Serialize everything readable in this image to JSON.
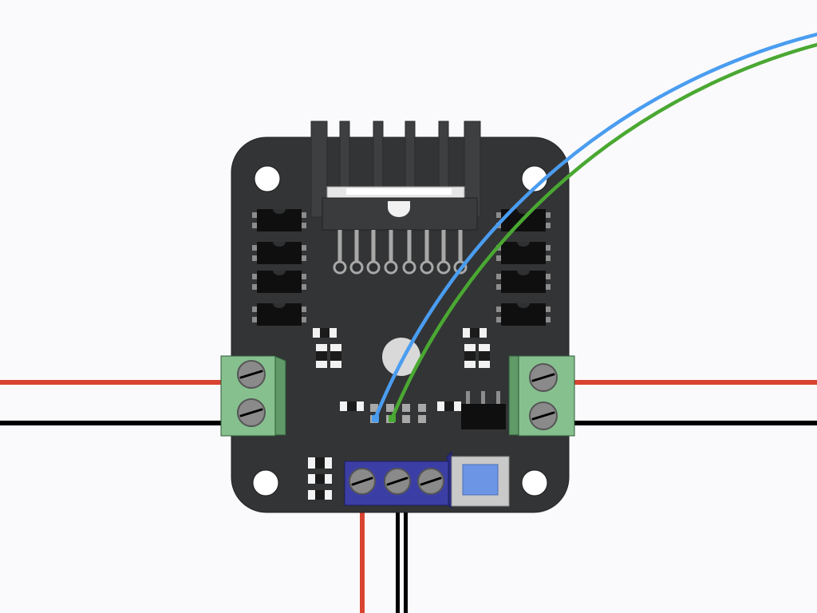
{
  "colors": {
    "background": "#fafafc",
    "board": "#333435",
    "board_edge": "#242526",
    "heatsink": "#3d3f40",
    "heatsink_dark": "#2a2c2d",
    "chip_tab": "#e6e6e6",
    "pin": "#a8a8a8",
    "smd": "#0f0f0f",
    "smd_lead": "#8d8d8d",
    "terminal_green": "#86c08f",
    "terminal_green_dark": "#5f9a68",
    "terminal_blue": "#3b3fa5",
    "terminal_blue_dark": "#2a2d82",
    "screw": "#8a8a8a",
    "screw_rim": "#555555",
    "jumper": "#9a9a9a",
    "jumper_inner": "#6d95e6",
    "capacitor": "#d9d9d9",
    "wire_red": "#d8442f",
    "wire_black": "#000000",
    "wire_blue": "#4a9df0",
    "wire_green": "#4aa832",
    "mount_hole": "#ffffff"
  },
  "components": {
    "board": "l298n-driver-board",
    "heatsink": "heatsink",
    "terminal_left": "motor-a-terminal",
    "terminal_right": "motor-b-terminal",
    "terminal_power": "power-terminal",
    "jumper": "5v-enable-jumper",
    "header": "control-pin-header"
  }
}
